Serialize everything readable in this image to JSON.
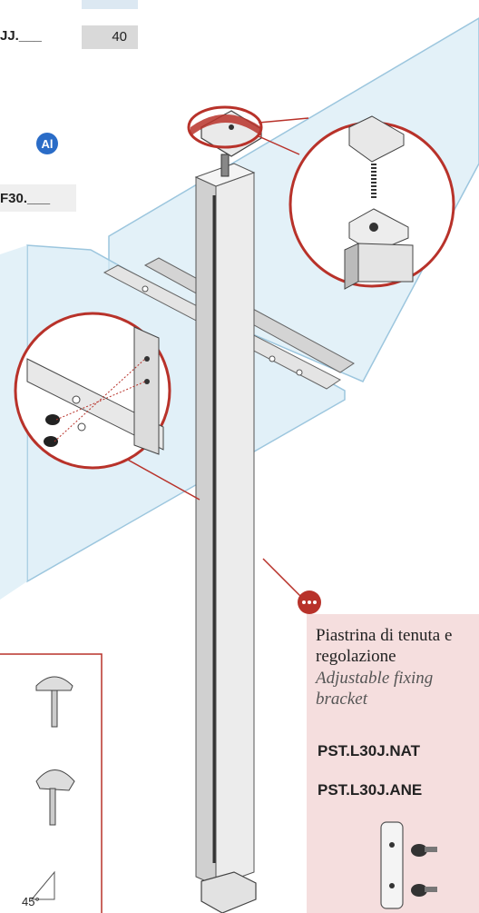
{
  "top_row": {
    "code": "JJ.___",
    "quantity": "40"
  },
  "middle_row": {
    "code": "F30.___",
    "badge": "Al"
  },
  "detail_panel": {
    "title_it": "Piastrina di tenuta e regolazione",
    "title_en": "Adjustable fixing bracket",
    "codes": [
      "PST.L30J.NAT",
      "PST.L30J.ANE"
    ]
  },
  "angle_label": "45°",
  "colors": {
    "accent_red": "#b8322a",
    "badge_blue": "#2a6cc7",
    "panel_pink": "#f5dede",
    "glass": "#d7ebf5"
  }
}
